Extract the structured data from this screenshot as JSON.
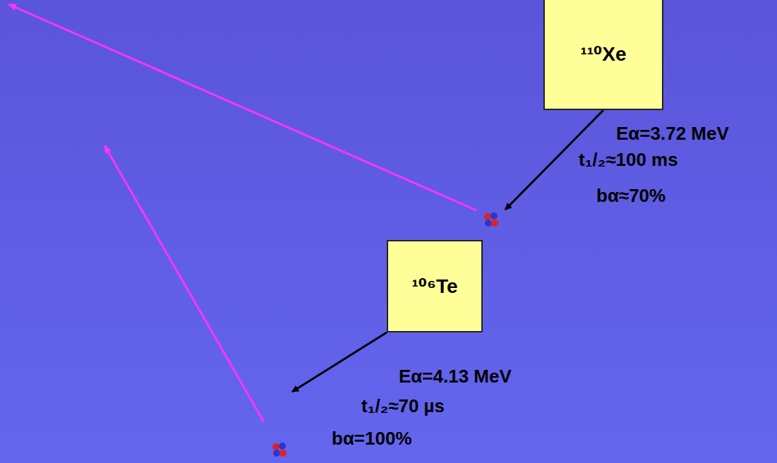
{
  "diagram": {
    "nodes": [
      {
        "text": [
          "¹¹⁰Xe"
        ]
      },
      {
        "text": [
          "¹⁰⁶Te"
        ]
      }
    ],
    "labels": [
      "Eα=3.72 MeV",
      "t₁/₂≈100 ms",
      "bα≈70%",
      "Eα=4.13 MeV",
      "t₁/₂≈70 µs",
      "bα=100%"
    ]
  }
}
